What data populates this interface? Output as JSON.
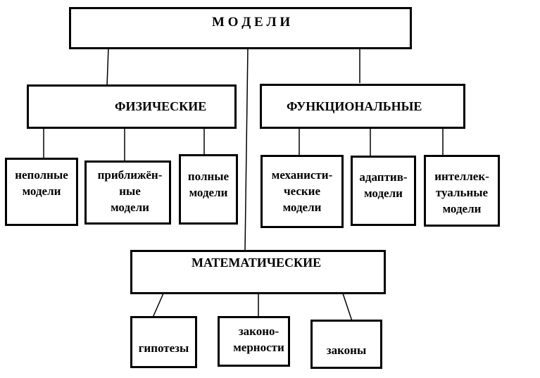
{
  "root": {
    "label": "М О Д Е Л И"
  },
  "categories": {
    "physical": {
      "label": "ФИЗИЧЕСКИЕ",
      "children": [
        "неполные\nмодели",
        "приближён-\nные\nмодели",
        "полные\nмодели"
      ]
    },
    "functional": {
      "label": "ФУНКЦИОНАЛЬНЫЕ",
      "children": [
        "механисти-\nческие\nмодели",
        "адаптив-\nмодели",
        "интеллек-\nтуальные\nмодели"
      ]
    },
    "mathematical": {
      "label": "МАТЕМАТИЧЕСКИЕ",
      "children": [
        "гипотезы",
        "законо-\nмерности",
        "законы"
      ]
    }
  },
  "colors": {
    "stroke": "#000000",
    "fill": "#ffffff",
    "text": "#000000"
  }
}
